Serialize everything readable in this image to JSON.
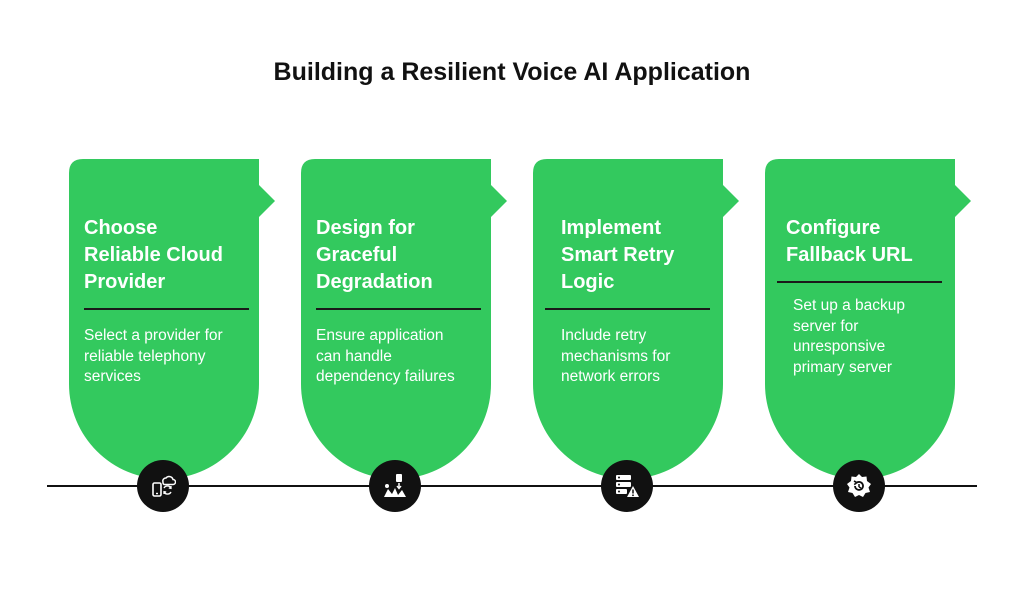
{
  "title": "Building a Resilient Voice AI Application",
  "accent_color": "#33c95e",
  "steps": [
    {
      "title_lines": [
        "Choose",
        "Reliable Cloud",
        "Provider"
      ],
      "desc_lines": [
        "Select a provider for",
        "reliable telephony",
        "services"
      ],
      "icon": "cloud-phone-sync-icon"
    },
    {
      "title_lines": [
        "Design for",
        "Graceful",
        "Degradation"
      ],
      "desc_lines": [
        "Ensure application",
        "can handle",
        "dependency failures"
      ],
      "icon": "degradation-icon"
    },
    {
      "title_lines": [
        "Implement",
        "Smart Retry",
        "Logic"
      ],
      "desc_lines": [
        "Include retry",
        "mechanisms for",
        "network errors"
      ],
      "icon": "server-warning-icon"
    },
    {
      "title_lines": [
        "Configure",
        "Fallback URL"
      ],
      "desc_lines": [
        "Set up a backup",
        "server for",
        "unresponsive",
        "primary server"
      ],
      "icon": "fallback-badge-icon"
    }
  ]
}
